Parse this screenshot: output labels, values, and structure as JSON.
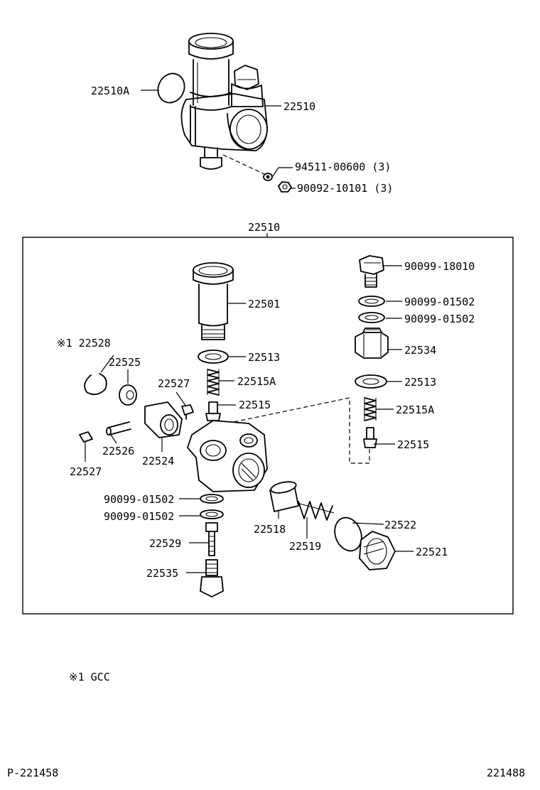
{
  "labels": {
    "top_22510A": "22510A",
    "top_22510": "22510",
    "top_94511": "94511-00600 (3)",
    "top_90092": "90092-10101 (3)",
    "box_title": "22510",
    "l_90099_18010": "90099-18010",
    "l_22501": "22501",
    "l_90099_01502_r1": "90099-01502",
    "l_90099_01502_r2": "90099-01502",
    "l_22528": "※1 22528",
    "l_22534": "22534",
    "l_22525": "22525",
    "l_22513_c": "22513",
    "l_22527_a": "22527",
    "l_22515A_c": "22515A",
    "l_22513_r": "22513",
    "l_22515_c": "22515",
    "l_22515A_r": "22515A",
    "l_22526": "22526",
    "l_22515_r": "22515",
    "l_22527_b": "22527",
    "l_22524": "22524",
    "l_90099_01502_l1": "90099-01502",
    "l_90099_01502_l2": "90099-01502",
    "l_22522": "22522",
    "l_22518": "22518",
    "l_22529": "22529",
    "l_22519": "22519",
    "l_22521": "22521",
    "l_22535": "22535"
  },
  "footnote": "※1 GCC",
  "footer": {
    "left_code": "P-221458",
    "right_code": "221488"
  }
}
